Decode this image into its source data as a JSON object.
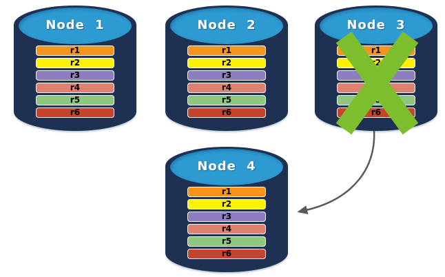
{
  "colors": {
    "background": "#FFFFFF",
    "cylinder-body": "#1E3152",
    "cylinder-top": "#2E9AD2",
    "title-text": "#FFFFFF",
    "record-text": "#000000",
    "failure-x": "#7CBE2E",
    "arrow": "#595959"
  },
  "diagram": {
    "type": "database-replication-failover",
    "nodes": [
      {
        "label": "Node 1",
        "failed": false,
        "records": [
          {
            "label": "r1",
            "color": "#F7941E"
          },
          {
            "label": "r2",
            "color": "#FFF200"
          },
          {
            "label": "r3",
            "color": "#8D7DC1"
          },
          {
            "label": "r4",
            "color": "#DF8170"
          },
          {
            "label": "r5",
            "color": "#8FC780"
          },
          {
            "label": "r6",
            "color": "#C8432E"
          }
        ]
      },
      {
        "label": "Node 2",
        "failed": false,
        "records": [
          {
            "label": "r1",
            "color": "#F7941E"
          },
          {
            "label": "r2",
            "color": "#FFF200"
          },
          {
            "label": "r3",
            "color": "#8D7DC1"
          },
          {
            "label": "r4",
            "color": "#DF8170"
          },
          {
            "label": "r5",
            "color": "#8FC780"
          },
          {
            "label": "r6",
            "color": "#C8432E"
          }
        ]
      },
      {
        "label": "Node 3",
        "failed": true,
        "records": [
          {
            "label": "r1",
            "color": "#F7941E"
          },
          {
            "label": "r2",
            "color": "#FFF200"
          },
          {
            "label": "r3",
            "color": "#8D7DC1"
          },
          {
            "label": "r4",
            "color": "#DF8170"
          },
          {
            "label": "r5",
            "color": "#8FC780"
          },
          {
            "label": "r6",
            "color": "#C8432E"
          }
        ]
      },
      {
        "label": "Node 4",
        "failed": false,
        "records": [
          {
            "label": "r1",
            "color": "#F7941E"
          },
          {
            "label": "r2",
            "color": "#FFF200"
          },
          {
            "label": "r3",
            "color": "#8D7DC1"
          },
          {
            "label": "r4",
            "color": "#DF8170"
          },
          {
            "label": "r5",
            "color": "#8FC780"
          },
          {
            "label": "r6",
            "color": "#C8432E"
          }
        ]
      }
    ],
    "arrow": {
      "from": "Node 3",
      "to": "Node 4"
    }
  }
}
